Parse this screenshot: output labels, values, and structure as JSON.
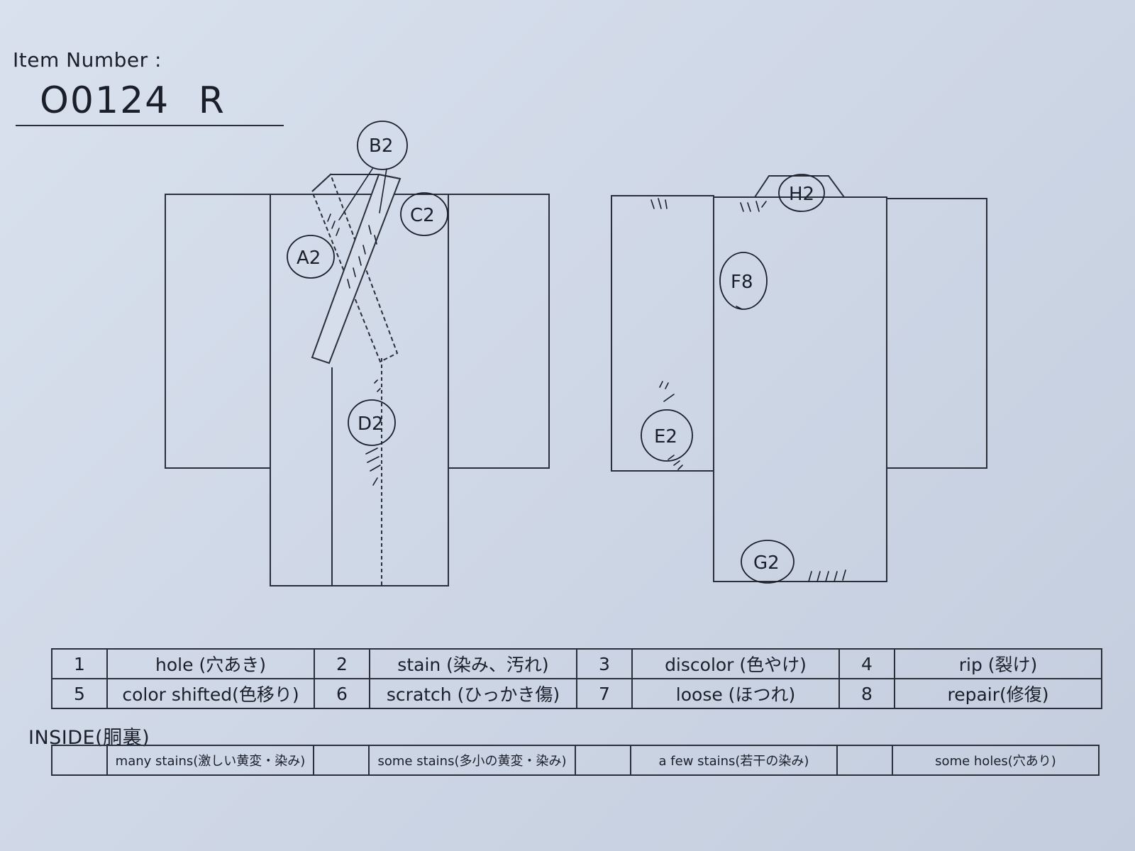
{
  "item": {
    "label": "Item Number :",
    "number": "O0124 R"
  },
  "front_marks": [
    {
      "id": "A2",
      "label": "A2"
    },
    {
      "id": "B2",
      "label": "B2"
    },
    {
      "id": "C2",
      "label": "C2"
    },
    {
      "id": "D2",
      "label": "D2"
    }
  ],
  "back_marks": [
    {
      "id": "E2",
      "label": "E2"
    },
    {
      "id": "F8",
      "label": "F8"
    },
    {
      "id": "G2",
      "label": "G2"
    },
    {
      "id": "H2",
      "label": "H2"
    }
  ],
  "legend": [
    [
      {
        "num": "1",
        "text": "hole (穴あき)"
      },
      {
        "num": "2",
        "text": "stain (染み、汚れ)"
      },
      {
        "num": "3",
        "text": "discolor (色やけ)"
      },
      {
        "num": "4",
        "text": "rip (裂け)"
      }
    ],
    [
      {
        "num": "5",
        "text": "color shifted(色移り)"
      },
      {
        "num": "6",
        "text": "scratch (ひっかき傷)"
      },
      {
        "num": "7",
        "text": "loose (ほつれ)"
      },
      {
        "num": "8",
        "text": "repair(修復)"
      }
    ]
  ],
  "inside": {
    "title": "INSIDE(胴裏)",
    "items": [
      "many stains(激しい黄変・染み)",
      "some stains(多小の黄変・染み)",
      "a few stains(若干の染み)",
      "some holes(穴あり)"
    ]
  }
}
